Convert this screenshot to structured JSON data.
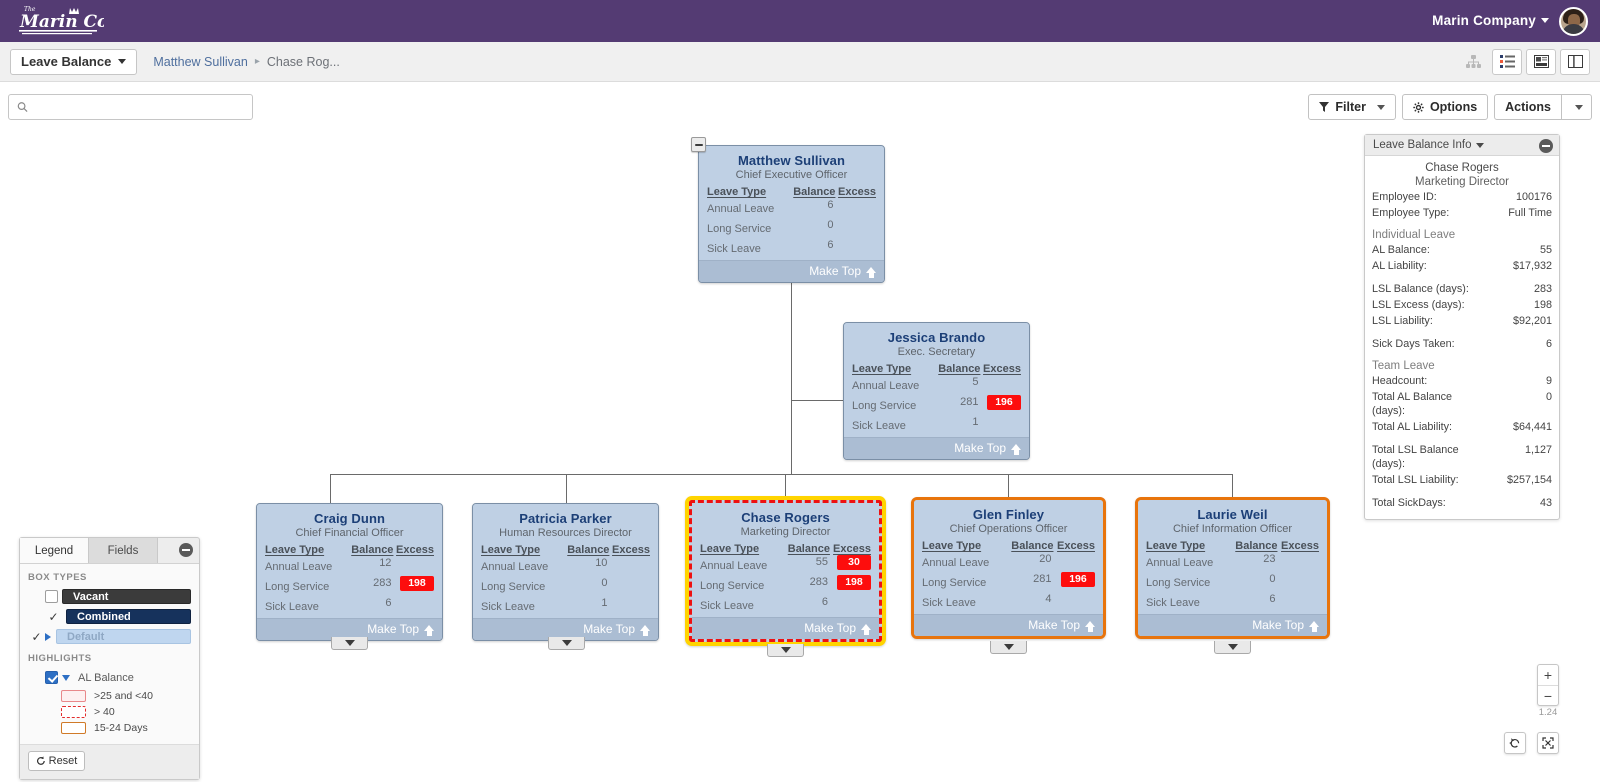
{
  "topbar": {
    "logo_text": "Marin Co",
    "logo_sub": "The",
    "company": "Marin Company",
    "avatar_name": "avatar"
  },
  "subbar": {
    "chart_selector": "Leave Balance",
    "breadcrumb": {
      "root": "Matthew Sullivan",
      "separator": "▸",
      "current": "Chase Rog..."
    },
    "icons": [
      "org-chart-icon",
      "list-view-icon",
      "card-view-icon",
      "split-view-icon"
    ]
  },
  "toolbar": {
    "search_placeholder": "",
    "search_value": "",
    "filter_label": "Filter",
    "options_label": "Options",
    "actions_label": "Actions"
  },
  "chart": {
    "columns": [
      "Leave Type",
      "Balance",
      "Excess"
    ],
    "make_top_label": "Make Top",
    "nodes": [
      {
        "id": "matthew",
        "name": "Matthew Sullivan",
        "title": "Chief Executive Officer",
        "rows": [
          {
            "type": "Annual Leave",
            "balance": "6",
            "excess": ""
          },
          {
            "type": "Long Service",
            "balance": "0",
            "excess": ""
          },
          {
            "type": "Sick Leave",
            "balance": "6",
            "excess": ""
          }
        ],
        "highlight": "none"
      },
      {
        "id": "jessica",
        "name": "Jessica Brando",
        "title": "Exec. Secretary",
        "rows": [
          {
            "type": "Annual Leave",
            "balance": "5",
            "excess": ""
          },
          {
            "type": "Long Service",
            "balance": "281",
            "excess": "196"
          },
          {
            "type": "Sick Leave",
            "balance": "1",
            "excess": ""
          }
        ],
        "highlight": "none"
      },
      {
        "id": "craig",
        "name": "Craig Dunn",
        "title": "Chief Financial Officer",
        "rows": [
          {
            "type": "Annual Leave",
            "balance": "12",
            "excess": ""
          },
          {
            "type": "Long Service",
            "balance": "283",
            "excess": "198"
          },
          {
            "type": "Sick Leave",
            "balance": "6",
            "excess": ""
          }
        ],
        "highlight": "none"
      },
      {
        "id": "patricia",
        "name": "Patricia Parker",
        "title": "Human Resources Director",
        "rows": [
          {
            "type": "Annual Leave",
            "balance": "10",
            "excess": ""
          },
          {
            "type": "Long Service",
            "balance": "0",
            "excess": ""
          },
          {
            "type": "Sick Leave",
            "balance": "1",
            "excess": ""
          }
        ],
        "highlight": "none"
      },
      {
        "id": "chase",
        "name": "Chase Rogers",
        "title": "Marketing Director",
        "rows": [
          {
            "type": "Annual Leave",
            "balance": "55",
            "excess": "30"
          },
          {
            "type": "Long Service",
            "balance": "283",
            "excess": "198"
          },
          {
            "type": "Sick Leave",
            "balance": "6",
            "excess": ""
          }
        ],
        "highlight": "selected"
      },
      {
        "id": "glen",
        "name": "Glen Finley",
        "title": "Chief Operations Officer",
        "rows": [
          {
            "type": "Annual Leave",
            "balance": "20",
            "excess": ""
          },
          {
            "type": "Long Service",
            "balance": "281",
            "excess": "196"
          },
          {
            "type": "Sick Leave",
            "balance": "4",
            "excess": ""
          }
        ],
        "highlight": "orange"
      },
      {
        "id": "laurie",
        "name": "Laurie Weil",
        "title": "Chief Information Officer",
        "rows": [
          {
            "type": "Annual Leave",
            "balance": "23",
            "excess": ""
          },
          {
            "type": "Long Service",
            "balance": "0",
            "excess": ""
          },
          {
            "type": "Sick Leave",
            "balance": "6",
            "excess": ""
          }
        ],
        "highlight": "orange"
      }
    ]
  },
  "legend": {
    "tab_legend": "Legend",
    "tab_fields": "Fields",
    "section_box_types": "BOX TYPES",
    "box_types": [
      {
        "label": "Vacant",
        "checked": false,
        "expandable": false
      },
      {
        "label": "Combined",
        "checked": true,
        "expandable": false
      },
      {
        "label": "Default",
        "checked": true,
        "expandable": true
      }
    ],
    "section_highlights": "HIGHLIGHTS",
    "highlight_group": "AL Balance",
    "highlight_items": [
      {
        "label": ">25 and <40",
        "style": "solid-pink",
        "color": "#e8888a"
      },
      {
        "label": "> 40",
        "style": "dashed-red",
        "color": "#e22c2c"
      },
      {
        "label": "15-24 Days",
        "style": "solid-orange",
        "color": "#d07a28"
      }
    ],
    "reset_label": "Reset"
  },
  "info": {
    "panel_title": "Leave Balance Info",
    "person_name": "Chase Rogers",
    "person_role": "Marketing Director",
    "rows": [
      {
        "key": "Employee ID:",
        "value": "100176",
        "group": "top"
      },
      {
        "key": "Employee Type:",
        "value": "Full Time",
        "group": "top"
      }
    ],
    "individual_title": "Individual Leave",
    "individual_rows": [
      {
        "key": "AL Balance:",
        "value": "55"
      },
      {
        "key": "AL Liability:",
        "value": "$17,932"
      }
    ],
    "individual_rows2": [
      {
        "key": "LSL Balance (days):",
        "value": "283"
      },
      {
        "key": "LSL Excess (days):",
        "value": "198"
      },
      {
        "key": "LSL Liability:",
        "value": "$92,201"
      }
    ],
    "individual_rows3": [
      {
        "key": "Sick Days Taken:",
        "value": "6"
      }
    ],
    "team_title": "Team Leave",
    "team_rows": [
      {
        "key": "Headcount:",
        "value": "9"
      },
      {
        "key": "Total AL Balance (days):",
        "value": "0"
      },
      {
        "key": "Total AL Liability:",
        "value": "$64,441"
      }
    ],
    "team_rows2": [
      {
        "key": "Total LSL Balance (days):",
        "value": "1,127"
      },
      {
        "key": "Total LSL Liability:",
        "value": "$257,154"
      }
    ],
    "team_rows3": [
      {
        "key": "Total SickDays:",
        "value": "43"
      }
    ]
  },
  "zoom": {
    "plus": "+",
    "minus": "−",
    "level": "1.24"
  },
  "colors": {
    "brand_purple": "#543b73",
    "node_fill": "#bfd0e4",
    "node_footer": "#abbdd3",
    "name_blue": "#1c3f77",
    "excess_red": "#fd0d0d",
    "select_yellow": "#ffd400",
    "select_dash_red": "#ee1111",
    "highlight_orange": "#e8740c"
  }
}
